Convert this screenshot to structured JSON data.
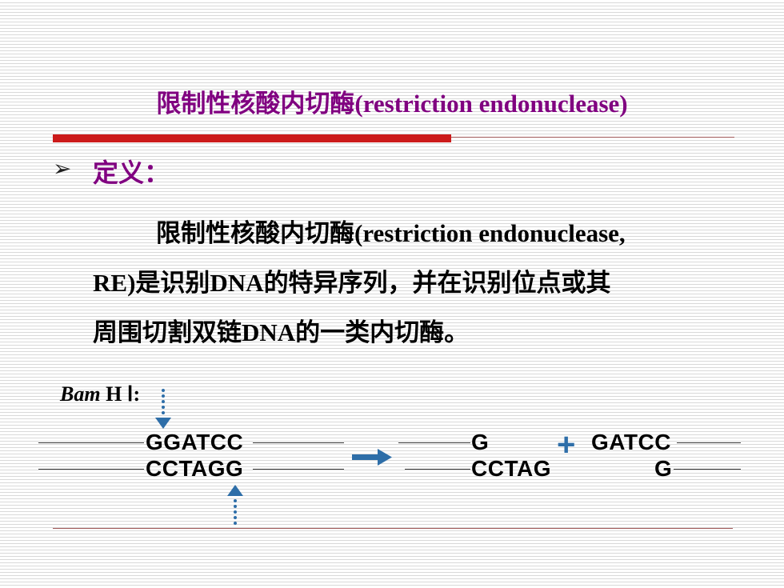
{
  "title": {
    "zh": "限制性核酸内切酶",
    "en": "(restriction endonuclease)"
  },
  "definition": {
    "bullet_label": "定义：",
    "line1_zh": "限制性核酸内切酶",
    "line1_en": "(restriction endonuclease,",
    "line2_en1": "RE)",
    "line2_zh1": "是识别",
    "line2_en2": "DNA",
    "line2_zh2": "的特异序列，并在识别位点或其",
    "line3_zh1": "周围切割双链",
    "line3_en": "DNA",
    "line3_zh2": "的一类内切酶。"
  },
  "diagram": {
    "enzyme_italic": "Bam",
    "enzyme_rest": " H Ⅰ:",
    "top_strand": "GGATCC",
    "bottom_strand": "CCTAGG",
    "left_fragment_top": "G",
    "left_fragment_bottom": "CCTAG",
    "plus": "+",
    "right_fragment_top": "GATCC",
    "right_fragment_bottom": "G",
    "arrow_color": "#2e6ea8"
  }
}
